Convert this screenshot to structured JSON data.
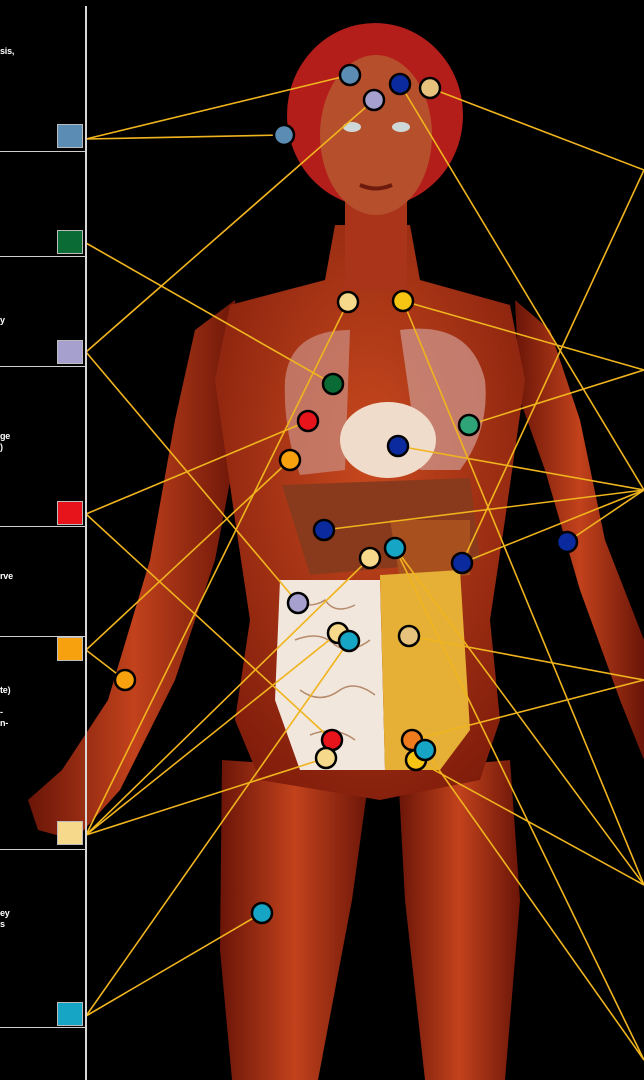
{
  "colors": {
    "background": "#000000",
    "connector": "#f0b41e",
    "brain_blue": "#5b8db4",
    "green": "#0b6b35",
    "lavender": "#a6a0cf",
    "red": "#e8141c",
    "orange": "#f7a10e",
    "pale_yellow": "#f6d98a",
    "teal": "#16a5c4",
    "navy": "#0b2a9e",
    "tan": "#e6c27d",
    "yellow": "#f6c412",
    "seagreen": "#2ea478",
    "burnt_orange": "#f07b1c"
  },
  "legend": [
    {
      "text": "sis,",
      "swatch": "brain_blue"
    },
    {
      "text": "",
      "swatch": "green"
    },
    {
      "text": "y",
      "swatch": "lavender"
    },
    {
      "text": "ge\n)",
      "swatch": "red"
    },
    {
      "text": "rve",
      "swatch": "orange"
    },
    {
      "text": "te)\n\n-\nn-",
      "swatch": "pale_yellow"
    },
    {
      "text": "ey\ns",
      "swatch": "teal"
    }
  ],
  "markers": [
    {
      "name": "forehead-left-dot",
      "color": "brain_blue"
    },
    {
      "name": "forehead-center-dot",
      "color": "navy"
    },
    {
      "name": "forehead-right-dot",
      "color": "tan"
    },
    {
      "name": "brow-center-dot",
      "color": "lavender"
    },
    {
      "name": "temple-dot",
      "color": "brain_blue"
    },
    {
      "name": "throat-left-dot",
      "color": "pale_yellow"
    },
    {
      "name": "throat-right-dot",
      "color": "yellow"
    },
    {
      "name": "heart-upper-dot",
      "color": "green"
    },
    {
      "name": "lung-right-dot",
      "color": "seagreen"
    },
    {
      "name": "lung-left-dot",
      "color": "red"
    },
    {
      "name": "heart-center-dot",
      "color": "navy"
    },
    {
      "name": "lung-lower-left-dot",
      "color": "orange"
    },
    {
      "name": "liver-dot",
      "color": "navy"
    },
    {
      "name": "arm-right-dot",
      "color": "navy"
    },
    {
      "name": "stomach-center-dot",
      "color": "teal"
    },
    {
      "name": "stomach-left-dot",
      "color": "pale_yellow"
    },
    {
      "name": "stomach-right-dot",
      "color": "navy"
    },
    {
      "name": "intestine-upper-left-dot",
      "color": "lavender"
    },
    {
      "name": "intestine-mid-dot",
      "color": "pale_yellow"
    },
    {
      "name": "intestine-mid-teal-dot",
      "color": "teal"
    },
    {
      "name": "intestine-right-dot",
      "color": "tan"
    },
    {
      "name": "forearm-left-dot",
      "color": "orange"
    },
    {
      "name": "pelvis-red-dot",
      "color": "red"
    },
    {
      "name": "pelvis-pale-dot",
      "color": "pale_yellow"
    },
    {
      "name": "pelvis-orange-dot",
      "color": "burnt_orange"
    },
    {
      "name": "pelvis-yellow-dot",
      "color": "yellow"
    },
    {
      "name": "pelvis-teal-dot",
      "color": "teal"
    },
    {
      "name": "thigh-dot",
      "color": "teal"
    }
  ]
}
